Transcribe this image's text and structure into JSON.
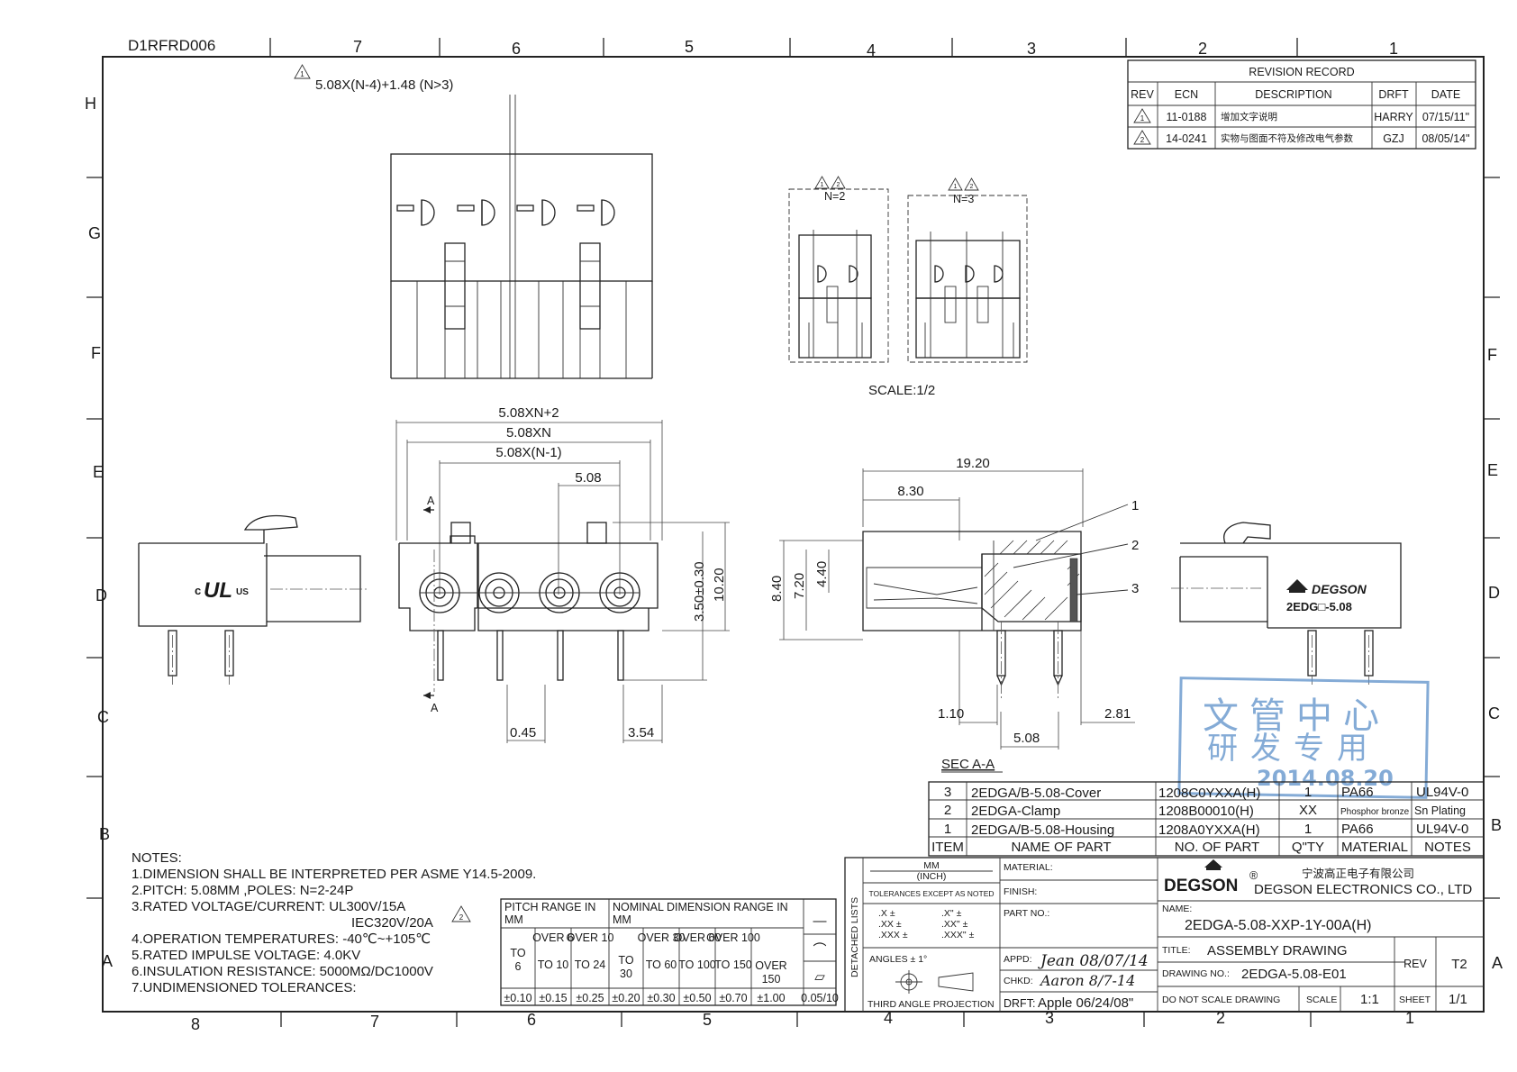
{
  "drawing_id": "D1RFRD006",
  "border": {
    "top_cols": [
      "7",
      "6",
      "5",
      "4",
      "3",
      "2",
      "1"
    ],
    "bottom_cols": [
      "8",
      "7",
      "6",
      "5",
      "4",
      "3",
      "2",
      "1"
    ],
    "left_rows": [
      "H",
      "G",
      "F",
      "E",
      "D",
      "C",
      "B",
      "A"
    ],
    "right_rows": [
      "F",
      "E",
      "D",
      "C",
      "B",
      "A"
    ]
  },
  "top_dim_note": "5.08X(N-4)+1.48 (N>3)",
  "variants": {
    "n2": "N=2",
    "n3": "N=3",
    "scale": "SCALE:1/2"
  },
  "dims": {
    "overall": "5.08XN+2",
    "pitch_total": "5.08XN",
    "pitch_n1": "5.08X(N-1)",
    "pitch": "5.08",
    "pin_height": "3.50±0.30",
    "body_height": "10.20",
    "pin_dia": "0.45",
    "pin_offset": "3.54",
    "sec_len": "19.20",
    "sec_830": "8.30",
    "sec_840": "8.40",
    "sec_720": "7.20",
    "sec_440": "4.40",
    "sec_110": "1.10",
    "sec_508": "5.08",
    "sec_281": "2.81",
    "sec_label": "SEC A-A",
    "a_mark": "A"
  },
  "callouts": [
    "1",
    "2",
    "3"
  ],
  "logo_left": {
    "c": "c",
    "ul": "UL",
    "us": "US"
  },
  "logo_right": {
    "brand": "DEGSON",
    "part": "2EDG□-5.08"
  },
  "revision": {
    "title": "REVISION RECORD",
    "headers": [
      "REV",
      "ECN",
      "DESCRIPTION",
      "DRFT",
      "DATE"
    ],
    "rows": [
      {
        "rev": "1",
        "ecn": "11-0188",
        "desc": "增加文字说明",
        "drft": "HARRY",
        "date": "07/15/11\""
      },
      {
        "rev": "2",
        "ecn": "14-0241",
        "desc": "实物与图面不符及修改电气参数",
        "drft": "GZJ",
        "date": "08/05/14\""
      }
    ]
  },
  "stamp": {
    "line1": "文管中心",
    "line2": "研发专用",
    "date": "2014.08.20"
  },
  "notes": {
    "title": "NOTES:",
    "lines": [
      "1.DIMENSION SHALL BE INTERPRETED PER ASME Y14.5-2009.",
      "2.PITCH: 5.08MM ,POLES: N=2-24P",
      "3.RATED VOLTAGE/CURRENT: UL300V/15A",
      "IEC320V/20A",
      "4.OPERATION TEMPERATURES: -40℃~+105℃",
      "5.RATED IMPULSE VOLTAGE: 4.0KV",
      "6.INSULATION RESISTANCE: 5000MΩ/DC1000V",
      "7.UNDIMENSIONED TOLERANCES:"
    ]
  },
  "tolerance": {
    "pitch_range": "PITCH RANGE IN MM",
    "nominal": "NOMINAL DIMENSION RANGE IN MM",
    "pitch_cols": [
      {
        "top": "TO",
        "bot": "6",
        "tol": "±0.10"
      },
      {
        "top": "OVER 6",
        "bot": "TO 10",
        "tol": "±0.15"
      },
      {
        "top": "OVER 10",
        "bot": "TO 24",
        "tol": "±0.25"
      }
    ],
    "nom_cols": [
      {
        "top": "TO",
        "bot": "30",
        "tol": "±0.20"
      },
      {
        "top": "OVER 30",
        "bot": "TO 60",
        "tol": "±0.30"
      },
      {
        "top": "OVER 60",
        "bot": "TO 100",
        "tol": "±0.50"
      },
      {
        "top": "OVER 100",
        "bot": "TO 150",
        "tol": "±0.70"
      },
      {
        "top": "OVER",
        "bot": "150",
        "tol": "±1.00"
      }
    ],
    "sym": [
      "—",
      "⌒",
      "▱"
    ],
    "sym_tol": "0.05/10"
  },
  "parts": {
    "rows": [
      {
        "item": "3",
        "name": "2EDGA/B-5.08-Cover",
        "no": "1208C0YXXA(H)",
        "qty": "1",
        "material": "PA66",
        "notes": "UL94V-0"
      },
      {
        "item": "2",
        "name": "2EDGA-Clamp",
        "no": "1208B00010(H)",
        "qty": "XX",
        "material": "Phosphor bronze",
        "notes": "Sn Plating"
      },
      {
        "item": "1",
        "name": "2EDGA/B-5.08-Housing",
        "no": "1208A0YXXA(H)",
        "qty": "1",
        "material": "PA66",
        "notes": "UL94V-0"
      }
    ],
    "headers": {
      "item": "ITEM",
      "name": "NAME OF PART",
      "no": "NO. OF PART",
      "qty": "Q\"TY",
      "material": "MATERIAL",
      "notes": "NOTES"
    }
  },
  "title_block": {
    "detached": "DETACHED LISTS",
    "mm": "MM",
    "inch": "(INCH)",
    "tol_except": "TOLERANCES EXCEPT AS NOTED",
    "tol_x": ".X ±",
    "tol_xx": ".XX ±",
    "tol_xxx": ".XXX ±",
    "tol_x2": ".X\" ±",
    "tol_xx2": ".XX\" ±",
    "tol_xxx2": ".XXX\" ±",
    "angles": "ANGLES ± 1°",
    "projection": "THIRD ANGLE PROJECTION",
    "material": "MATERIAL:",
    "finish": "FINISH:",
    "part_no": "PART NO.:",
    "appd": "APPD:",
    "appd_sig": "Jean 08/07/14",
    "chkd": "CHKD:",
    "chkd_sig": "Aaron 8/7-14",
    "drft": "DRFT:",
    "drft_val": "Apple 06/24/08\"",
    "company_cn": "宁波高正电子有限公司",
    "company_en": "DEGSON ELECTRONICS CO., LTD",
    "brand": "DEGSON",
    "reg": "®",
    "name_label": "NAME:",
    "name_val": "2EDGA-5.08-XXP-1Y-00A(H)",
    "title_label": "TITLE:",
    "title_val": "ASSEMBLY DRAWING",
    "rev_label": "REV",
    "rev_val": "T2",
    "drawing_no_label": "DRAWING NO.:",
    "drawing_no_val": "2EDGA-5.08-E01",
    "no_scale": "DO NOT SCALE DRAWING",
    "scale_label": "SCALE",
    "scale_val": "1:1",
    "sheet_label": "SHEET",
    "sheet_val": "1/1"
  }
}
